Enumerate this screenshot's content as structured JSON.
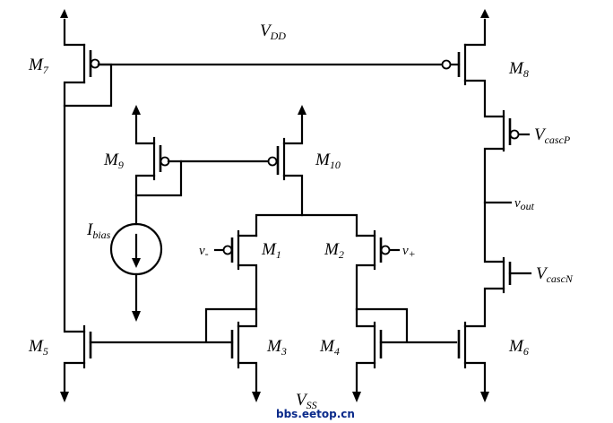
{
  "labels": {
    "vdd": {
      "main": "V",
      "sub": "DD"
    },
    "vss": {
      "main": "V",
      "sub": "SS"
    },
    "m1": {
      "main": "M",
      "sub": "1"
    },
    "m2": {
      "main": "M",
      "sub": "2"
    },
    "m3": {
      "main": "M",
      "sub": "3"
    },
    "m4": {
      "main": "M",
      "sub": "4"
    },
    "m5": {
      "main": "M",
      "sub": "5"
    },
    "m6": {
      "main": "M",
      "sub": "6"
    },
    "m7": {
      "main": "M",
      "sub": "7"
    },
    "m8": {
      "main": "M",
      "sub": "8"
    },
    "m9": {
      "main": "M",
      "sub": "9"
    },
    "m10": {
      "main": "M",
      "sub": "10"
    },
    "ibias": {
      "main": "I",
      "sub": "bias"
    },
    "vminus": {
      "main": "v",
      "sub": "-"
    },
    "vplus": {
      "main": "v",
      "sub": "+"
    },
    "vout": {
      "main": "v",
      "sub": "out"
    },
    "vcascp": {
      "main": "V",
      "sub": "cascP"
    },
    "vcascn": {
      "main": "V",
      "sub": "cascN"
    }
  },
  "watermark": "bbs.eetop.cn"
}
